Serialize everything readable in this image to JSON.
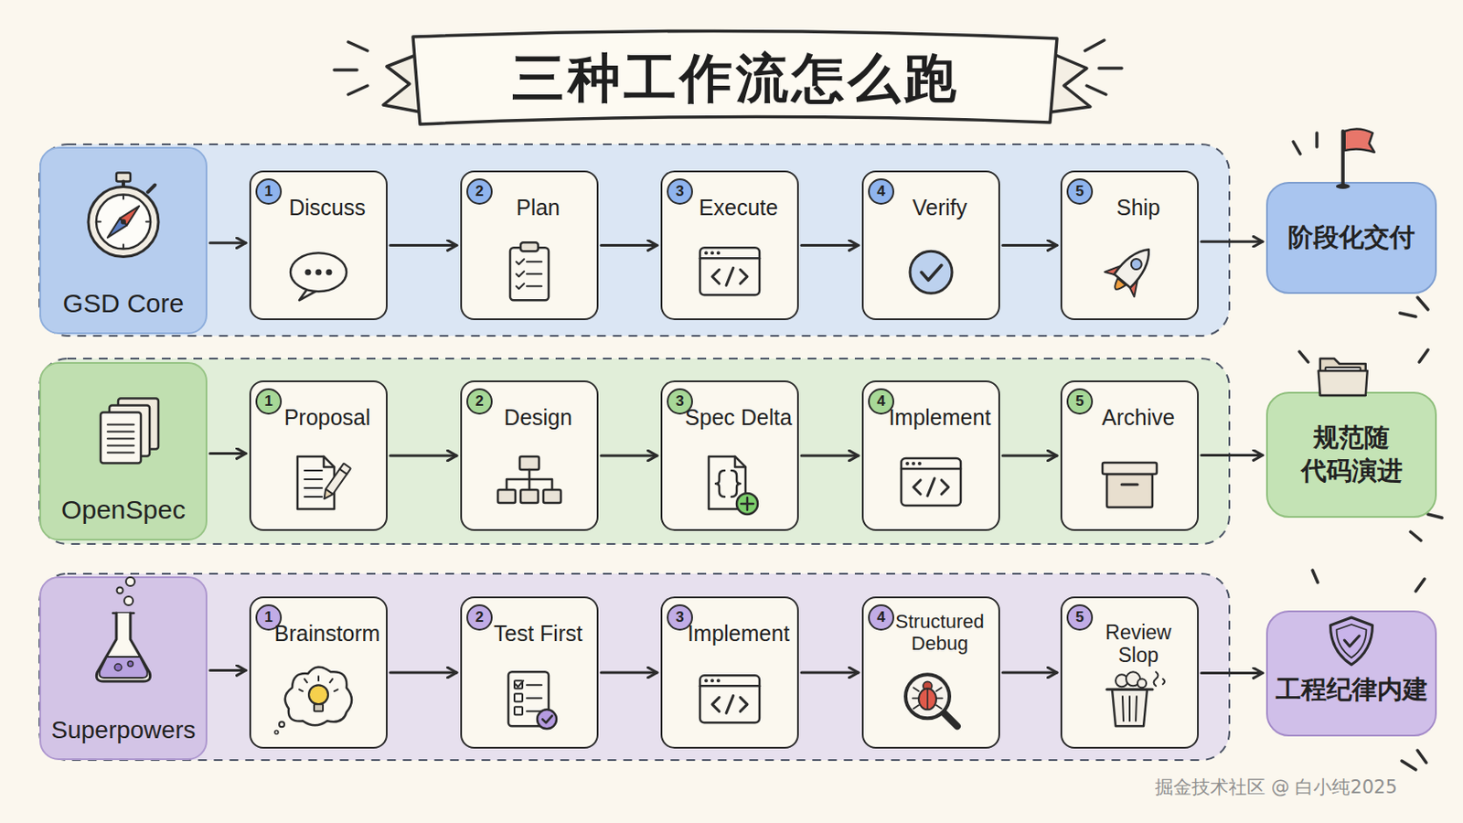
{
  "diagram": {
    "title": "三种工作流怎么跑",
    "nodes": [
      {
        "text": [
          "GSD Core"
        ]
      },
      {
        "text": [
          "1",
          "Discuss"
        ]
      },
      {
        "text": [
          "2",
          "Plan"
        ]
      },
      {
        "text": [
          "3",
          "Execute"
        ]
      },
      {
        "text": [
          "4",
          "Verify"
        ]
      },
      {
        "text": [
          "5",
          "Ship"
        ]
      },
      {
        "text": [
          "阶段化交付"
        ]
      },
      {
        "text": [
          "OpenSpec"
        ]
      },
      {
        "text": [
          "1",
          "Proposal"
        ]
      },
      {
        "text": [
          "2",
          "Design"
        ]
      },
      {
        "text": [
          "3",
          "Spec Delta"
        ]
      },
      {
        "text": [
          "4",
          "Implement"
        ]
      },
      {
        "text": [
          "5",
          "Archive"
        ]
      },
      {
        "text": [
          "规范随 代码演进"
        ]
      },
      {
        "text": [
          "Superpowers"
        ]
      },
      {
        "text": [
          "1",
          "Brainstorm"
        ]
      },
      {
        "text": [
          "2",
          "Test First"
        ]
      },
      {
        "text": [
          "3",
          "Implement"
        ]
      },
      {
        "text": [
          "4",
          "Structured Debug"
        ]
      },
      {
        "text": [
          "5",
          "Review Slop"
        ]
      },
      {
        "text": [
          "工程纪律内建"
        ]
      }
    ],
    "edges": [
      {
        "from": 0,
        "to": 1,
        "arrow": "to"
      },
      {
        "from": 1,
        "to": 2,
        "arrow": "to"
      },
      {
        "from": 2,
        "to": 3,
        "arrow": "to"
      },
      {
        "from": 3,
        "to": 4,
        "arrow": "to"
      },
      {
        "from": 4,
        "to": 5,
        "arrow": "to"
      },
      {
        "from": 5,
        "to": 6,
        "arrow": "to"
      },
      {
        "from": 7,
        "to": 8,
        "arrow": "to"
      },
      {
        "from": 8,
        "to": 9,
        "arrow": "to"
      },
      {
        "from": 9,
        "to": 10,
        "arrow": "to"
      },
      {
        "from": 10,
        "to": 11,
        "arrow": "to"
      },
      {
        "from": 11,
        "to": 12,
        "arrow": "to"
      },
      {
        "from": 12,
        "to": 13,
        "arrow": "to"
      },
      {
        "from": 14,
        "to": 15,
        "arrow": "to"
      },
      {
        "from": 15,
        "to": 16,
        "arrow": "to"
      },
      {
        "from": 16,
        "to": 17,
        "arrow": "to"
      },
      {
        "from": 17,
        "to": 18,
        "arrow": "to"
      },
      {
        "from": 18,
        "to": 19,
        "arrow": "to"
      },
      {
        "from": 19,
        "to": 20,
        "arrow": "to"
      }
    ],
    "labels": [
      "掘金技术社区 @ 白小纯2025"
    ]
  }
}
